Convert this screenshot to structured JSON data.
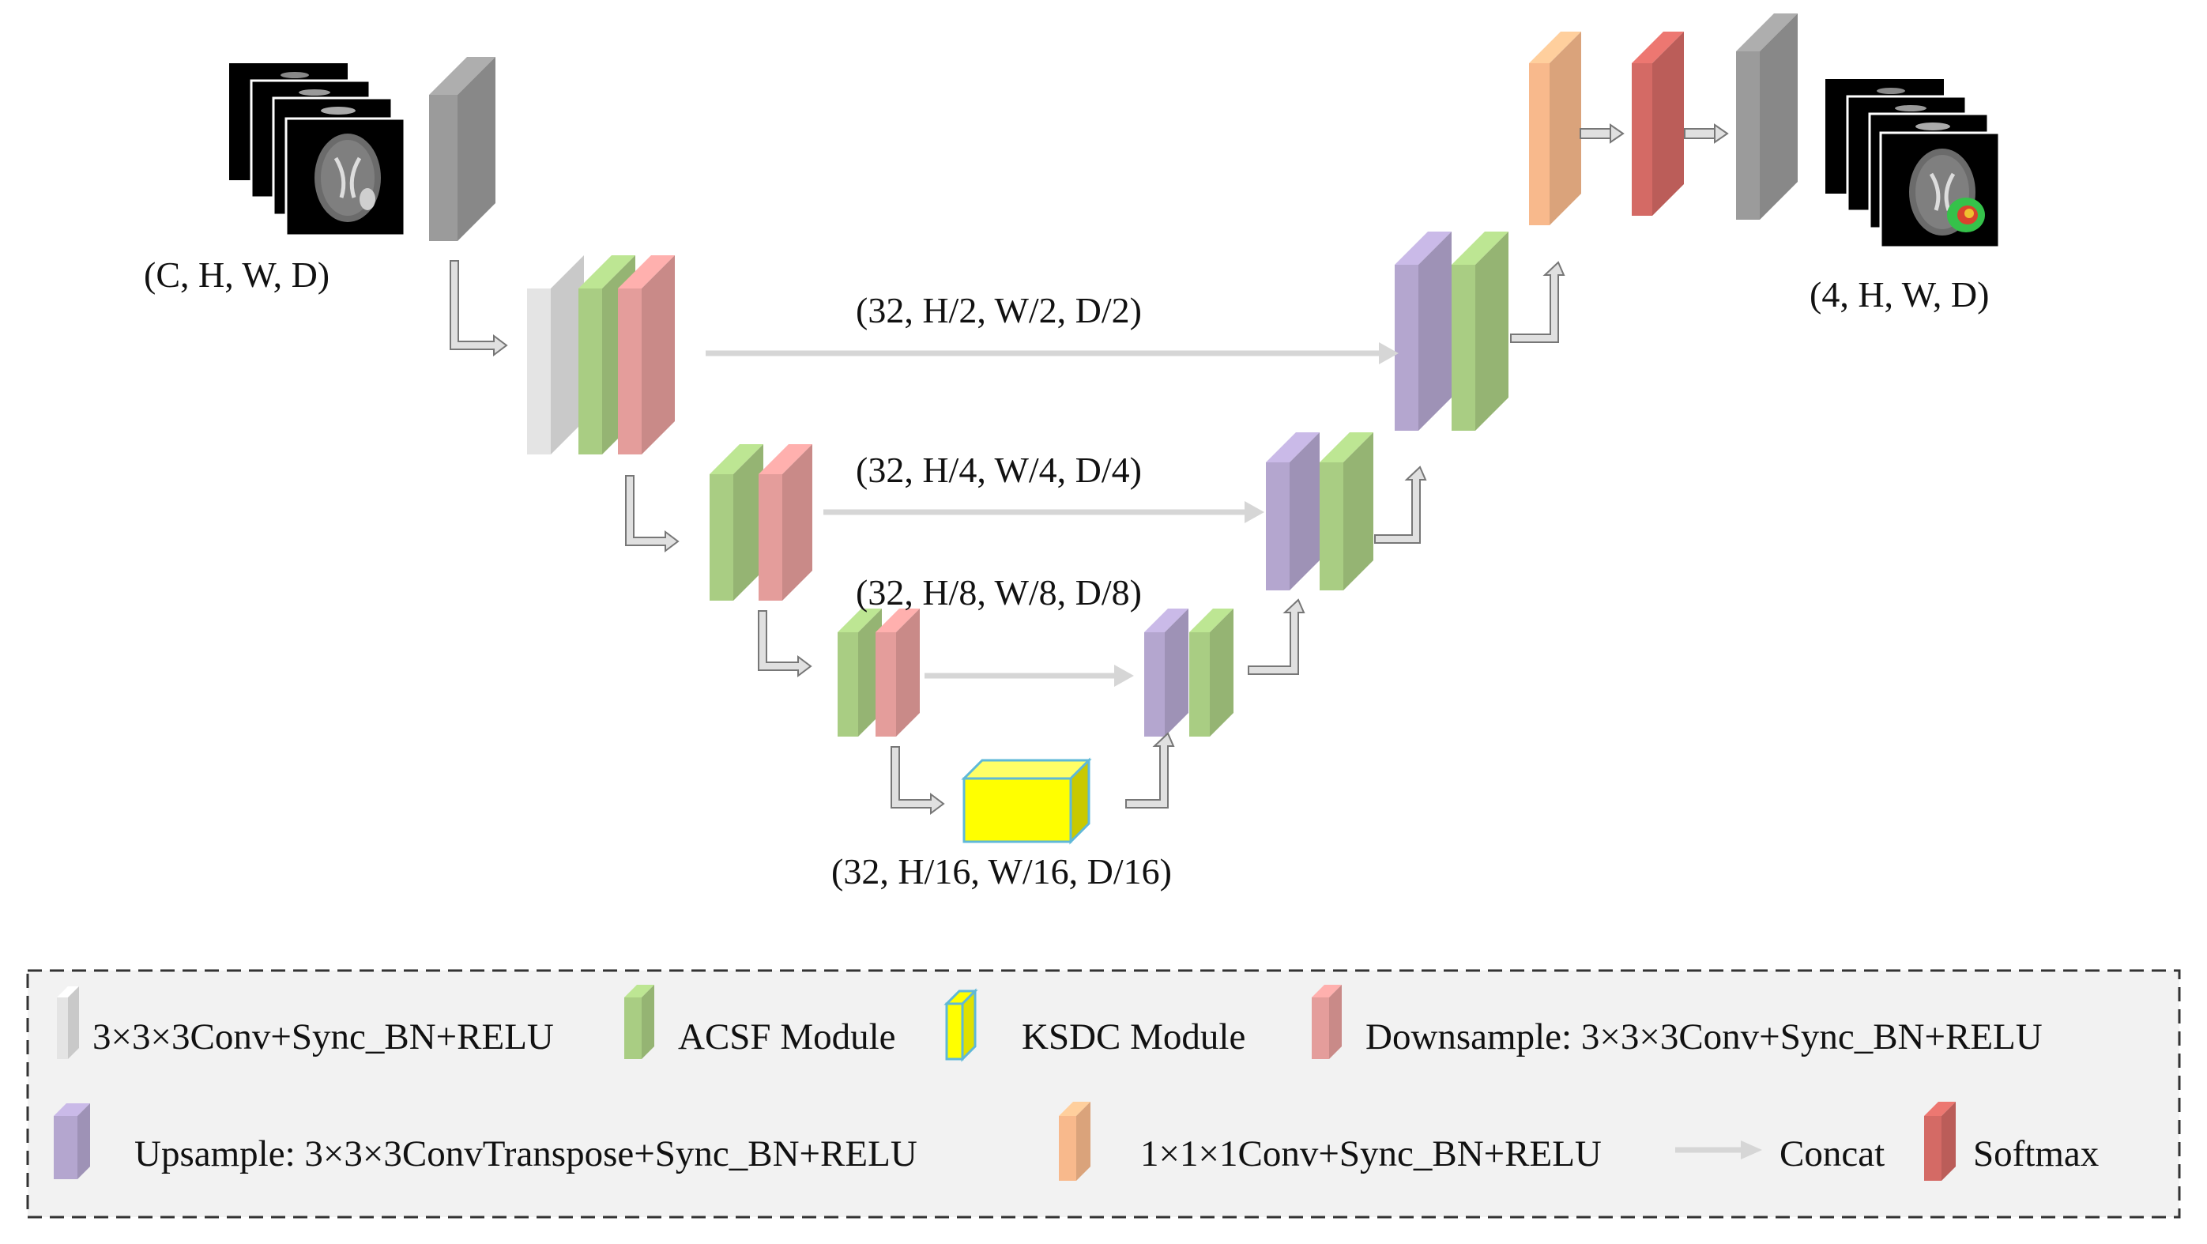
{
  "shape_labels": {
    "input": "(C, H, W, D)",
    "output": "(4, H, W, D)",
    "level1": "(32, H/2, W/2, D/2)",
    "level2": "(32, H/4, W/4, D/4)",
    "level3": "(32, H/8, W/8, D/8)",
    "bottleneck": "(32, H/16, W/16, D/16)"
  },
  "legend": {
    "conv": "3×3×3Conv+Sync_BN+RELU",
    "acsf": "ACSF Module",
    "ksdc": "KSDC Module",
    "downsample": "Downsample: 3×3×3Conv+Sync_BN+RELU",
    "upsample": "Upsample: 3×3×3ConvTranspose+Sync_BN+RELU",
    "conv1x1": "1×1×1Conv+Sync_BN+RELU",
    "concat": "Concat",
    "softmax": "Softmax"
  },
  "colors": {
    "conv": "#e4e4e4",
    "acsf": "#a9cd83",
    "ksdc": "#ffff00",
    "ksdc_edge": "#5fb8d8",
    "downsample": "#e49d9b",
    "upsample": "#b4a6cf",
    "conv1x1": "#f8b98c",
    "softmax": "#d46a65",
    "gray_block": "#9b9b9b",
    "concat_arrow": "#d6d6d6",
    "legend_bg": "#f2f2f2"
  }
}
